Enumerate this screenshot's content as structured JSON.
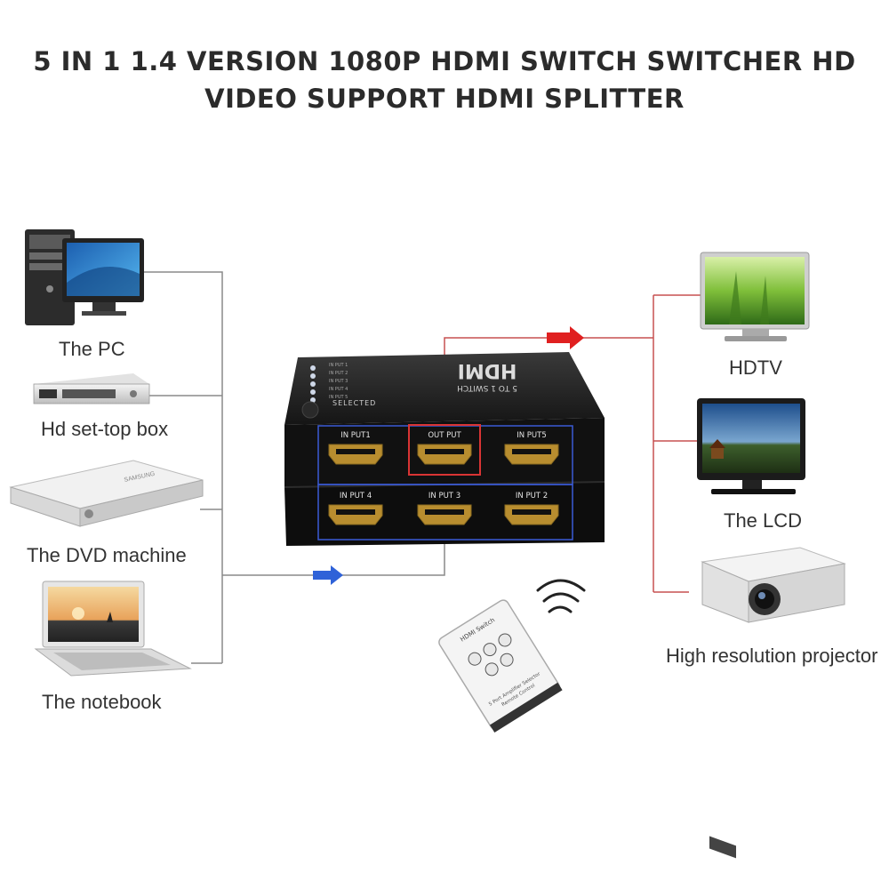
{
  "title": {
    "line1": "5 IN 1 1.4 VERSION 1080P HDMI SWITCH SWITCHER HD",
    "line2": "VIDEO SUPPORT HDMI SPLITTER"
  },
  "sources": [
    {
      "label": "The PC",
      "icon": "desktop-pc-icon"
    },
    {
      "label": "Hd set-top box",
      "icon": "set-top-box-icon"
    },
    {
      "label": "The DVD machine",
      "icon": "dvd-player-icon"
    },
    {
      "label": "The notebook",
      "icon": "laptop-icon"
    }
  ],
  "outputs": [
    {
      "label": "HDTV",
      "icon": "hdtv-icon"
    },
    {
      "label": "The LCD",
      "icon": "lcd-monitor-icon"
    },
    {
      "label": "High resolution projector",
      "icon": "projector-icon"
    }
  ],
  "switch_box": {
    "logo": "HDMI",
    "logo_sub": "5 TO 1 SWITCH",
    "selected_label": "SELECTED",
    "led_labels": [
      "IN PUT 1",
      "IN PUT 2",
      "IN PUT 3",
      "IN PUT 4",
      "IN PUT 5"
    ],
    "ports_top": [
      "IN PUT1",
      "OUT PUT",
      "IN PUT5"
    ],
    "ports_bottom": [
      "IN PUT 4",
      "IN PUT 3",
      "IN PUT 2"
    ]
  },
  "remote": {
    "label_top": "HDMI Switch",
    "label_bottom_1": "5 Port Amplifier Selector",
    "label_bottom_2": "Remote Control"
  },
  "colors": {
    "line": "#8a8a8a",
    "input_line": "#3b5bd6",
    "output_line": "#d93434",
    "arrow_blue": "#2f62d8",
    "arrow_red": "#e02020"
  }
}
